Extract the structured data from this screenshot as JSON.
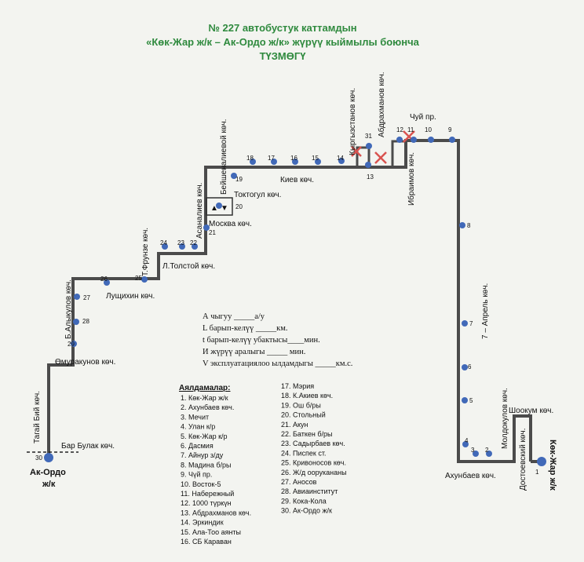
{
  "title": {
    "line1": "№ 227  автобустук каттамдын",
    "line2": "«Көк-Жар ж/к – Ак-Ордо ж/к» жүрүү кыймылы боюнча",
    "line3": "ТҮЗМӨГҮ"
  },
  "colors": {
    "route": "#4b4b4b",
    "stop": "#4169b8",
    "title": "#2f8a3e",
    "cross": "#d9534f"
  },
  "streets": {
    "tagai_biy": "Тагай Бий көч.",
    "bar_bulak": "Бар Булак көч.",
    "omurakunov": "Өмуракунов көч.",
    "alykulov": "Б.Алыкулов көч.",
    "lushchikhin": "Лущихин көч.",
    "frunze": "Т.Фрунзе көч.",
    "tolstoy": "Л.Толстой көч.",
    "asanaliev": "Асаналиев көч.",
    "beishenalieva": "Бейшеналиевой көч.",
    "toktogul": "Токтогул көч.",
    "moskva": "Москва көч.",
    "kiev": "Киев көч.",
    "kyrgyzstanov": "Кыргызстанов көч.",
    "abdrakhmanov": "Абдрахманов көч.",
    "chuy": "Чуй пр.",
    "ibraimov": "Ибраимов көч.",
    "april7": "7 – Апрель көч.",
    "akhunbaev": "Ахунбаев көч.",
    "moldokulov": "Молдокулов көч.",
    "shookum": "Шоокум көч.",
    "dostoevsky": "Достоевский көч.",
    "kok_jar": "Көк-Жар ж/к",
    "ak_ordo_1": "Ак-Ордо",
    "ak_ordo_2": "ж/к"
  },
  "stops": [
    {
      "n": "1"
    },
    {
      "n": "2"
    },
    {
      "n": "3"
    },
    {
      "n": "4"
    },
    {
      "n": "5"
    },
    {
      "n": "6"
    },
    {
      "n": "7"
    },
    {
      "n": "8"
    },
    {
      "n": "9"
    },
    {
      "n": "10"
    },
    {
      "n": "11"
    },
    {
      "n": "12"
    },
    {
      "n": "13"
    },
    {
      "n": "14"
    },
    {
      "n": "15"
    },
    {
      "n": "16"
    },
    {
      "n": "17"
    },
    {
      "n": "18"
    },
    {
      "n": "19"
    },
    {
      "n": "20"
    },
    {
      "n": "21"
    },
    {
      "n": "22"
    },
    {
      "n": "23"
    },
    {
      "n": "24"
    },
    {
      "n": "25"
    },
    {
      "n": "26"
    },
    {
      "n": "27"
    },
    {
      "n": "28"
    },
    {
      "n": "29"
    },
    {
      "n": "30"
    },
    {
      "n": "31"
    }
  ],
  "form": [
    "А чыгуу _____а/у",
    "L барып-келүү _____км.",
    "t барып-келүү убактысы____мин.",
    "И жүрүү аралыгы _____   мин.",
    "V эксплуатациялоо ылдамдыгы _____км.с."
  ],
  "stop_list_title": "Аялдамалар:",
  "stop_list_col1": [
    "1. Көк-Жар ж/к",
    "2. Ахунбаев көч.",
    "3. Мечит",
    "4. Улан к/р",
    "5. Көк-Жар к/р",
    "6. Дасмия",
    "7. Айнур з/ду",
    "8. Мадина б/ры",
    "9. Чүй пр.",
    "10. Восток-5",
    "11. Набережный",
    "12. 1000 түркүн",
    "13. Абдрахманов көч.",
    "14. Эркиндик",
    "15. Ала-Тоо аянты",
    "16. СБ Караван"
  ],
  "stop_list_col2": [
    "17. Мэрия",
    "18. К.Акиев көч.",
    "19. Ош б/ры",
    "20. Стольный",
    "21. Акун",
    "22. Баткен б/ры",
    "23. Садырбаев көч.",
    "24. Писпек ст.",
    "25. Кривоносов көч.",
    "26. Ж/д оорукананы",
    "27. Аносов",
    "28. Авиаинститут",
    "29. Кока-Кола",
    "30. Ак-Ордо ж/к"
  ]
}
